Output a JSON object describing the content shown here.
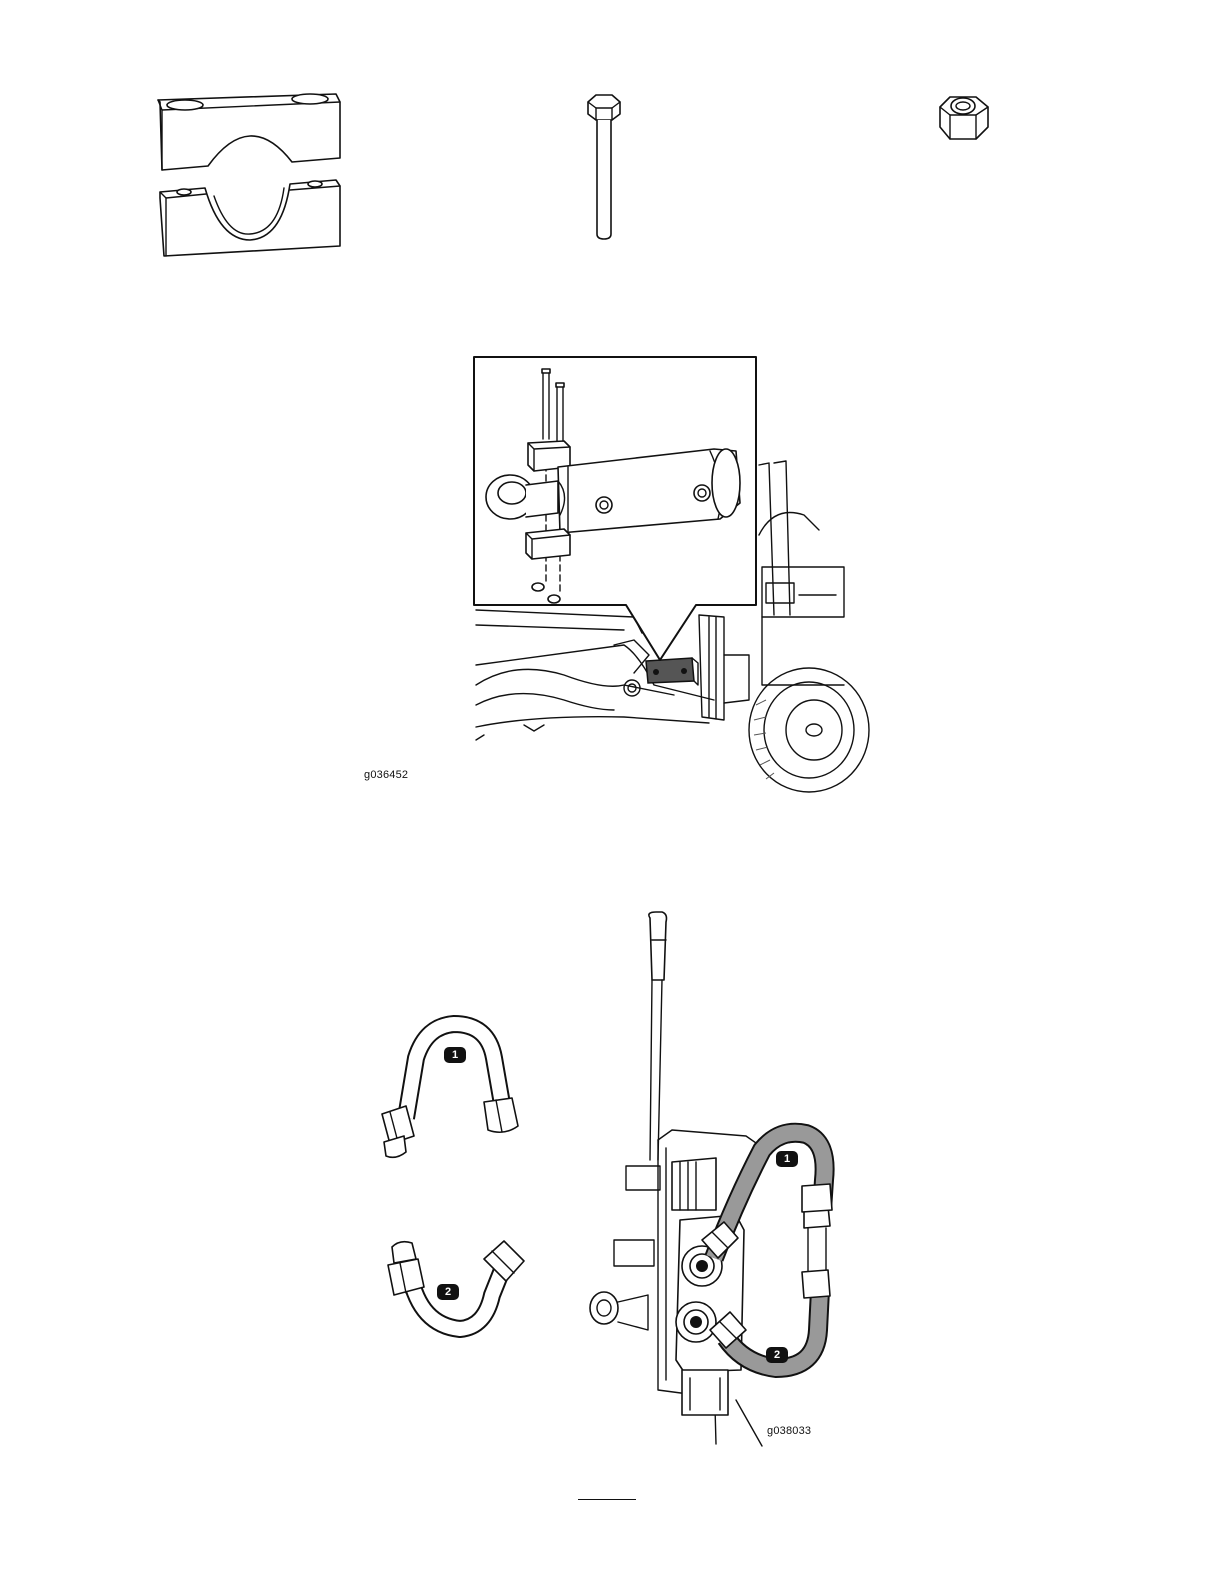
{
  "figures": [
    {
      "id": "hardware-parts",
      "label": ""
    },
    {
      "id": "cylinder-mount",
      "label": "g036452"
    },
    {
      "id": "hydraulic-tubes",
      "label": "g038033",
      "callouts": [
        "1",
        "2",
        "1",
        "2"
      ]
    }
  ],
  "colors": {
    "line": "#111111",
    "fill_gray": "#999999",
    "background": "#ffffff"
  }
}
